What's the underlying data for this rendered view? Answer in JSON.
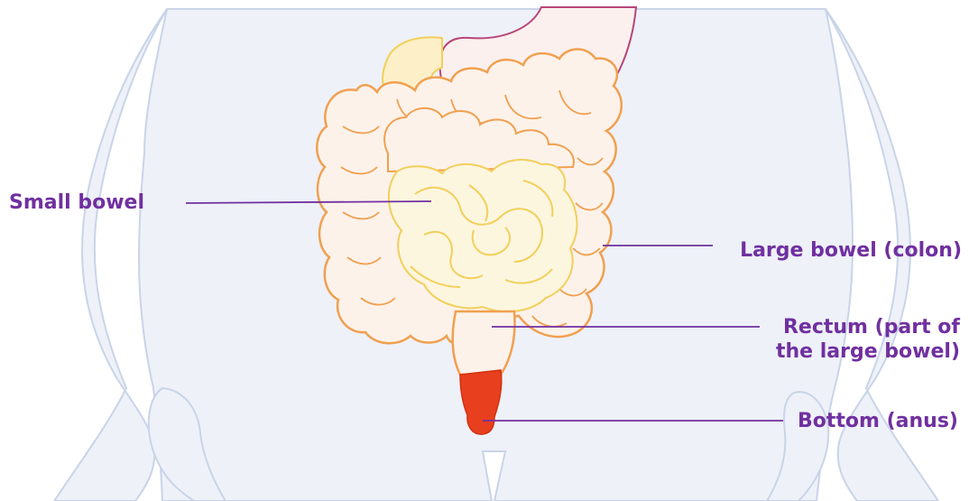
{
  "labels": {
    "small_bowel": "Small bowel",
    "large_bowel": "Large bowel (colon)",
    "rectum_line1": "Rectum (part of",
    "rectum_line2": "the large bowel)",
    "bottom": "Bottom (anus)"
  },
  "colors": {
    "label": "#7030a0",
    "leader_line": "#7030a0",
    "body_fill": "#eef1f8",
    "body_outline": "#c9d4e8",
    "colon_fill": "#fdf2ea",
    "colon_outline": "#f0a050",
    "small_bowel_fill": "#fdf6df",
    "small_bowel_outline": "#f2cf5a",
    "stomach_fill": "#fbf0ee",
    "stomach_outline": "#b8467a",
    "anus_fill": "#e8401e"
  }
}
